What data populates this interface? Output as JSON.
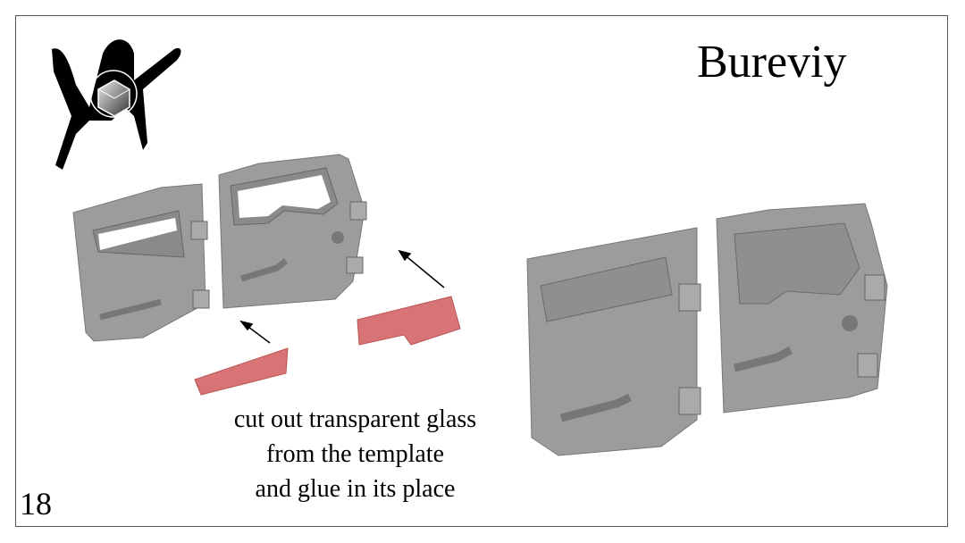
{
  "title": "Bureviy",
  "page_number": "18",
  "instructions": {
    "line1": "cut out transparent glass",
    "line2": "from the template",
    "line3": "and glue in its place"
  },
  "colors": {
    "door": "#9c9c9c",
    "glass_template": "#d97476",
    "frame": "#555555"
  },
  "logo": {
    "icon": "brush-stroke-logo-with-cube"
  }
}
